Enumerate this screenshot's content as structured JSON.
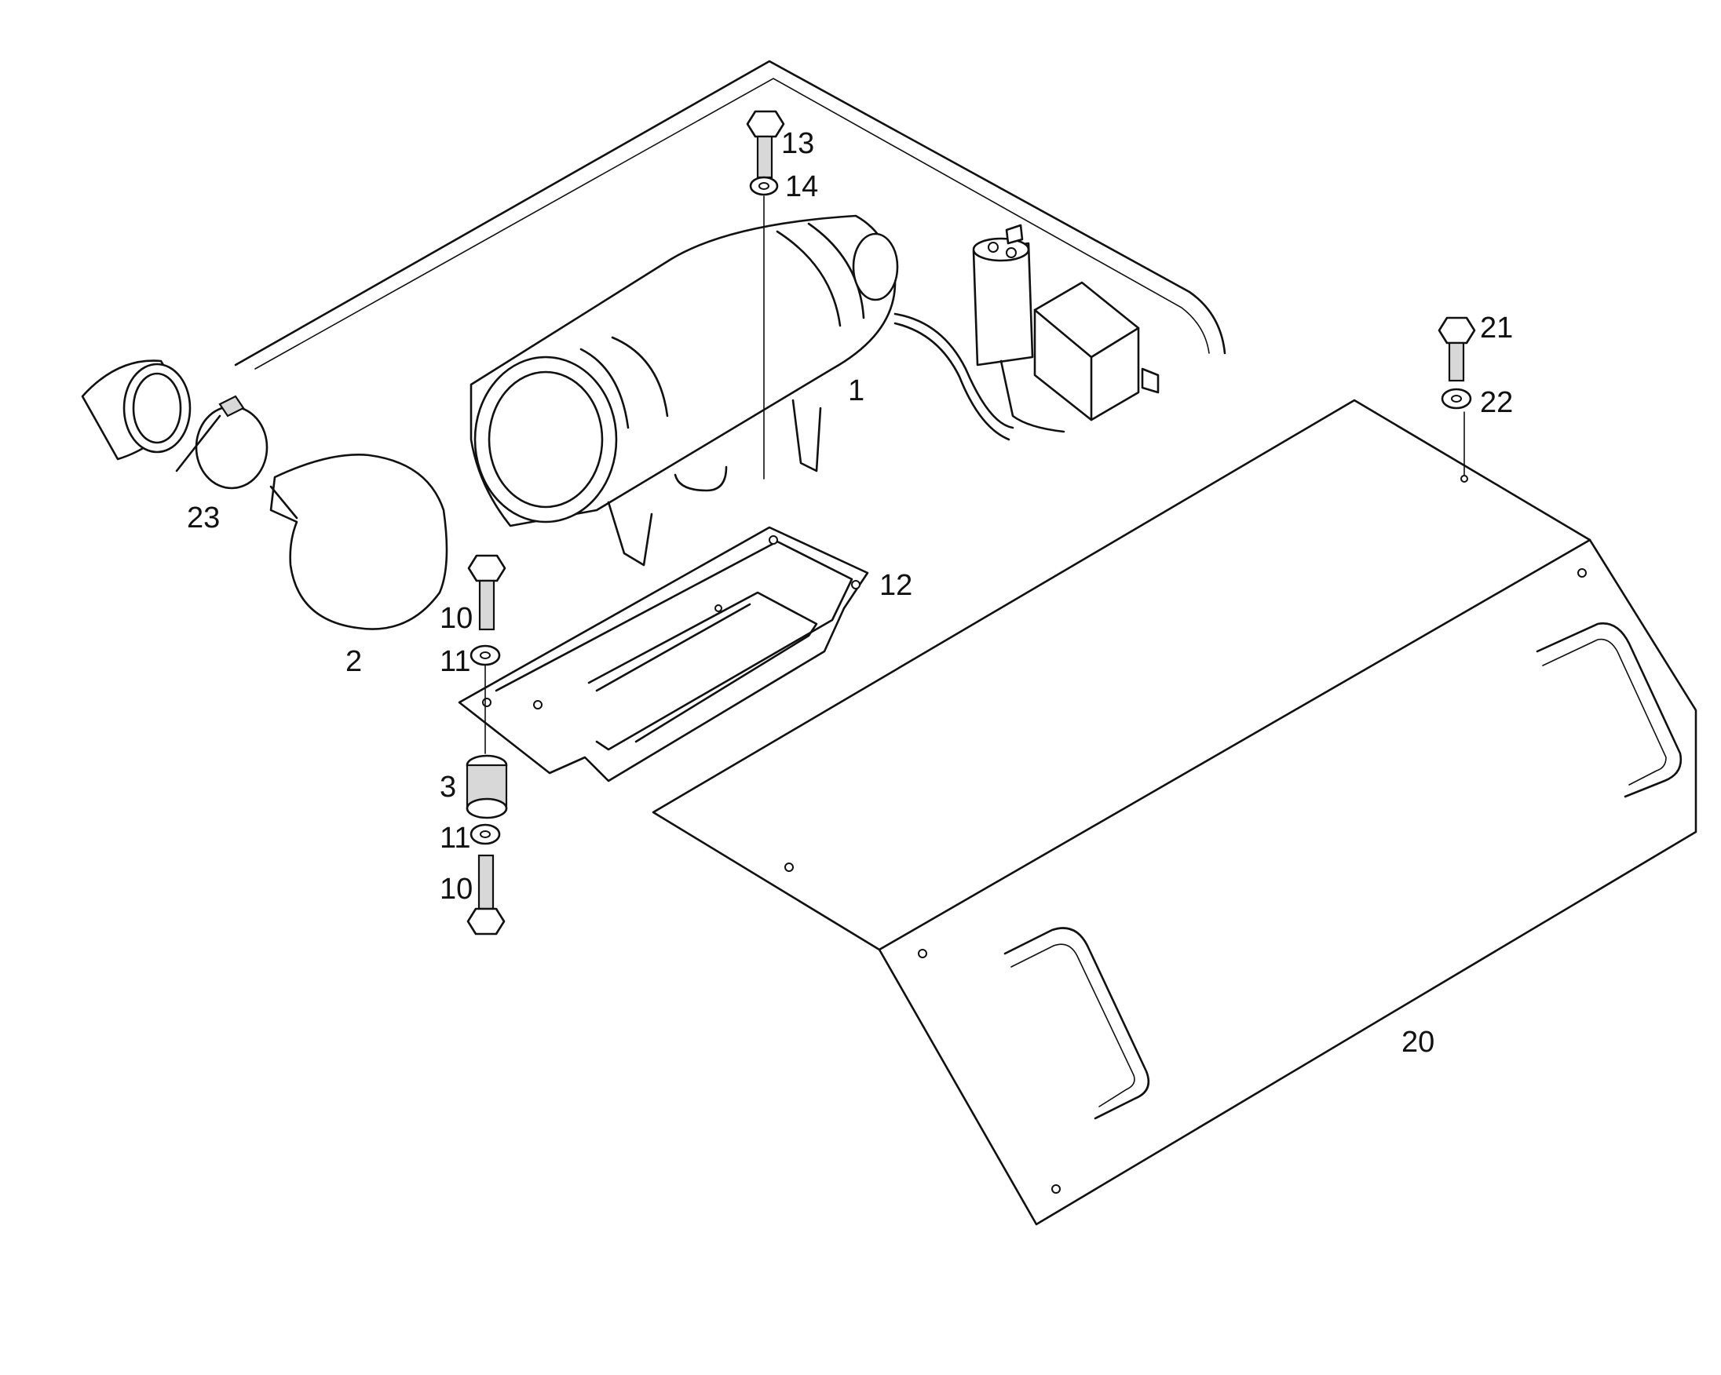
{
  "diagram": {
    "callouts": [
      {
        "id": "p1",
        "text": "1"
      },
      {
        "id": "p2",
        "text": "2"
      },
      {
        "id": "p3",
        "text": "3"
      },
      {
        "id": "p10a",
        "text": "10"
      },
      {
        "id": "p10b",
        "text": "10"
      },
      {
        "id": "p11a",
        "text": "11"
      },
      {
        "id": "p11b",
        "text": "11"
      },
      {
        "id": "p12",
        "text": "12"
      },
      {
        "id": "p13",
        "text": "13"
      },
      {
        "id": "p14",
        "text": "14"
      },
      {
        "id": "p20",
        "text": "20"
      },
      {
        "id": "p21",
        "text": "21"
      },
      {
        "id": "p22",
        "text": "22"
      },
      {
        "id": "p23",
        "text": "23"
      }
    ]
  },
  "colors": {
    "line": "#111111",
    "background": "#ffffff"
  }
}
